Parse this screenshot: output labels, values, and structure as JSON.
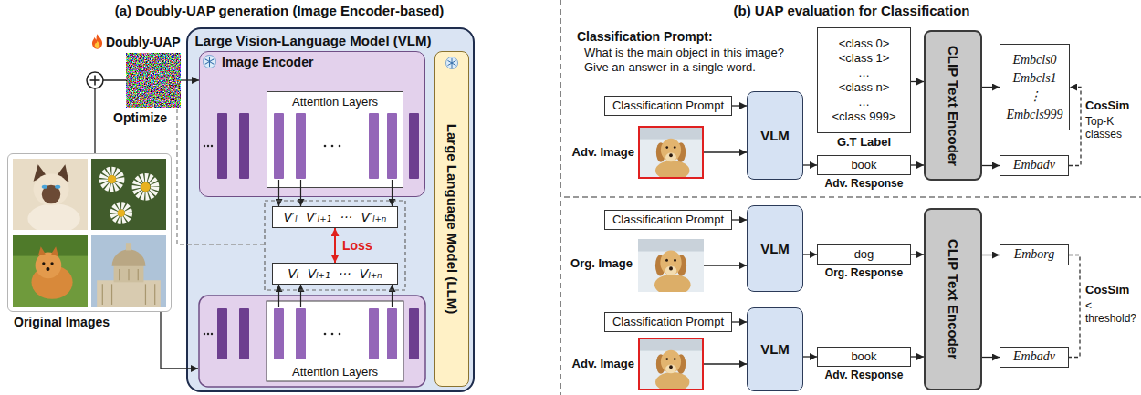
{
  "diagram": {
    "nodes": [
      {
        "text": [
          "Doubly-UAP",
          "Optimize"
        ]
      },
      {
        "text": [
          "Original Images"
        ]
      },
      {
        "text": [
          "Large Vision-Language Model (VLM)"
        ]
      },
      {
        "text": [
          "Image Encoder"
        ],
        "in": 2
      },
      {
        "text": [
          "Attention Layers"
        ],
        "in": 3
      },
      {
        "text": [
          "V′ₗ V′ₗ₊₁ ··· V′ₗ₊ₙ"
        ],
        "in": 2
      },
      {
        "text": [
          "Vₗ Vₗ₊₁ ··· Vₗ₊ₙ"
        ],
        "in": 2
      },
      {
        "text": [
          "Attention Layers"
        ],
        "in": 2
      },
      {
        "text": [
          "Large Language Model (LLM)"
        ],
        "in": 2
      },
      {
        "text": [
          "Classification Prompt"
        ]
      },
      {
        "text": [
          "Adv. Image"
        ]
      },
      {
        "text": [
          "VLM"
        ]
      },
      {
        "text": [
          "<class 0>",
          "<class 1>",
          "…",
          "<class n>",
          "…",
          "<class 999>",
          "G.T Label"
        ]
      },
      {
        "text": [
          "book",
          "Adv. Response"
        ]
      },
      {
        "text": [
          "CLIP Text Encoder"
        ]
      },
      {
        "text": [
          "Embcls0",
          "Embcls1",
          "⋮",
          "Embcls999"
        ]
      },
      {
        "text": [
          "Embadv"
        ]
      },
      {
        "text": [
          "Classification Prompt"
        ]
      },
      {
        "text": [
          "Org. Image"
        ]
      },
      {
        "text": [
          "VLM"
        ]
      },
      {
        "text": [
          "dog",
          "Org. Response"
        ]
      },
      {
        "text": [
          "CLIP Text Encoder"
        ]
      },
      {
        "text": [
          "Emborg"
        ]
      },
      {
        "text": [
          "Classification Prompt"
        ]
      },
      {
        "text": [
          "Adv. Image"
        ]
      },
      {
        "text": [
          "VLM"
        ]
      },
      {
        "text": [
          "book",
          "Adv. Response"
        ]
      },
      {
        "text": [
          "Embadv"
        ]
      }
    ],
    "edges": [
      {
        "from": 1,
        "to": 0,
        "arrow": "none"
      },
      {
        "from": 0,
        "to": 3,
        "arrow": "to"
      },
      {
        "from": 5,
        "to": 6,
        "arrow": "both",
        "label": "Loss"
      },
      {
        "from": 9,
        "to": 11,
        "arrow": "to"
      },
      {
        "from": 10,
        "to": 11,
        "arrow": "to"
      },
      {
        "from": 11,
        "to": 13,
        "arrow": "to"
      },
      {
        "from": 12,
        "to": 14,
        "arrow": "to"
      },
      {
        "from": 13,
        "to": 14,
        "arrow": "to"
      },
      {
        "from": 14,
        "to": 15,
        "arrow": "to"
      },
      {
        "from": 14,
        "to": 16,
        "arrow": "to"
      },
      {
        "from": 16,
        "to": 15,
        "arrow": "to"
      },
      {
        "from": 17,
        "to": 19,
        "arrow": "to"
      },
      {
        "from": 18,
        "to": 19,
        "arrow": "to"
      },
      {
        "from": 19,
        "to": 20,
        "arrow": "to"
      },
      {
        "from": 20,
        "to": 21,
        "arrow": "to"
      },
      {
        "from": 21,
        "to": 22,
        "arrow": "to"
      },
      {
        "from": 23,
        "to": 25,
        "arrow": "to"
      },
      {
        "from": 24,
        "to": 25,
        "arrow": "to"
      },
      {
        "from": 25,
        "to": 26,
        "arrow": "to"
      },
      {
        "from": 26,
        "to": 21,
        "arrow": "to"
      },
      {
        "from": 21,
        "to": 27,
        "arrow": "to"
      },
      {
        "from": 22,
        "to": 27,
        "arrow": "none"
      }
    ],
    "labels": [
      "(a) Doubly-UAP generation (Image Encoder-based)",
      "(b) UAP evaluation for Classification",
      "Classification Prompt:",
      "What is the main object in this image? Give an answer in a single word.",
      "CosSim",
      "Top-K classes",
      "CosSim",
      "< threshold?"
    ]
  }
}
